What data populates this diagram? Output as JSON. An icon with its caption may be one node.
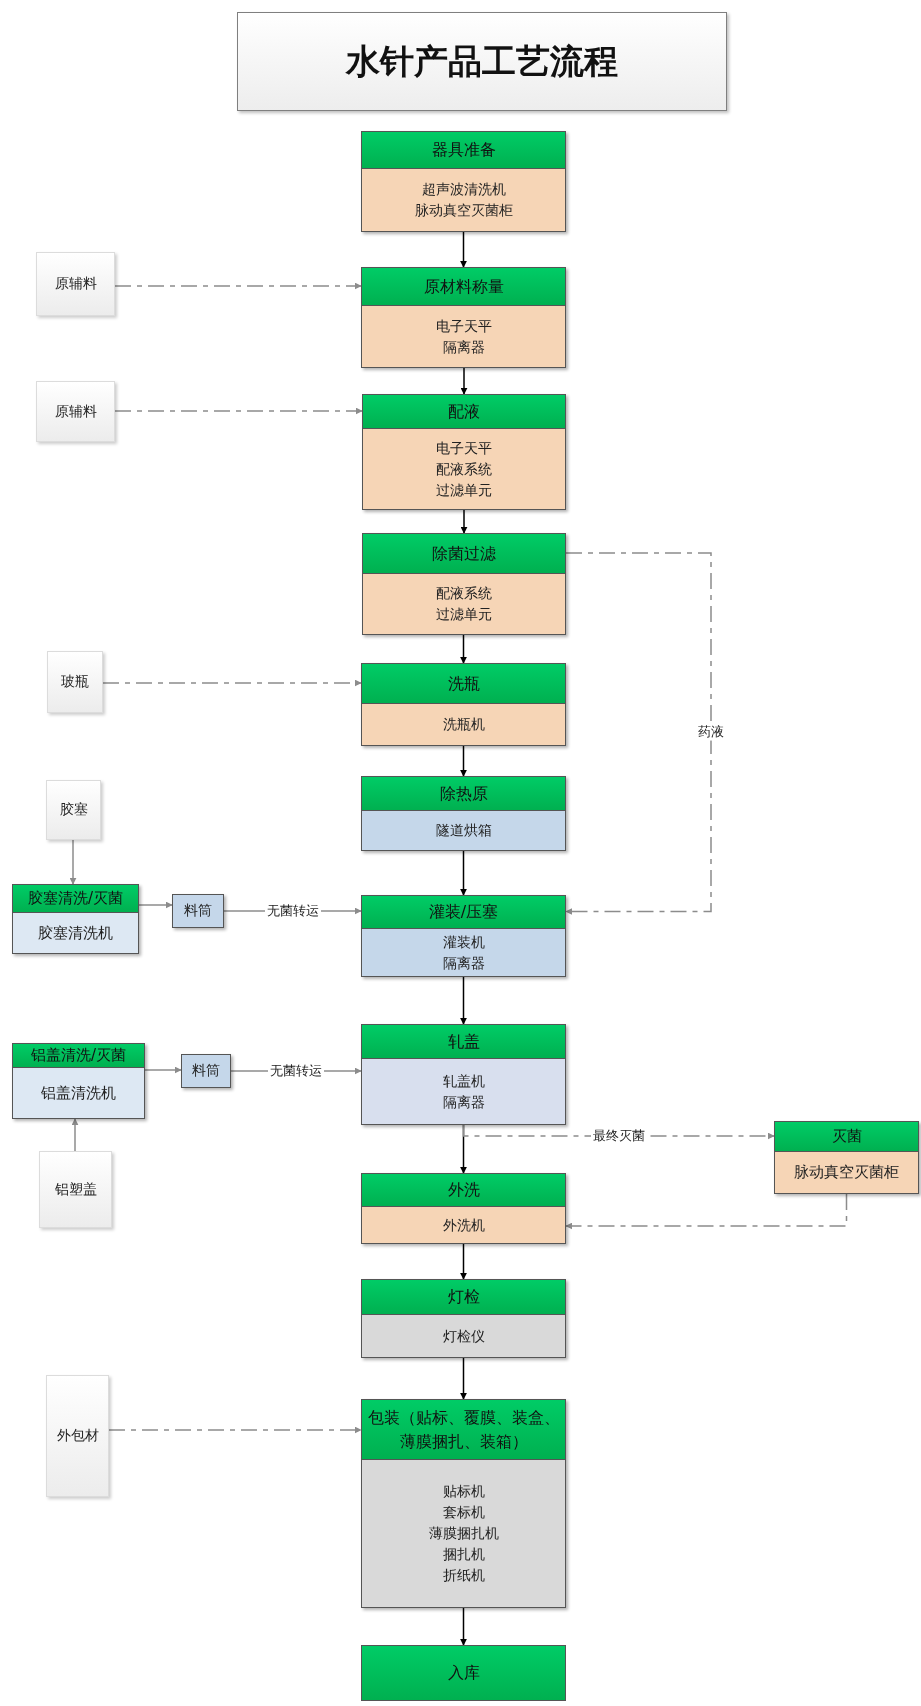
{
  "diagram": {
    "title": "水针产品工艺流程",
    "nodes": [
      {
        "text": [
          "器具准备",
          "超声波清洗机",
          "脉动真空灭菌柜"
        ]
      },
      {
        "text": [
          "原辅料"
        ]
      },
      {
        "text": [
          "原材料称量",
          "电子天平",
          "隔离器"
        ]
      },
      {
        "text": [
          "原辅料"
        ]
      },
      {
        "text": [
          "配液",
          "电子天平",
          "配液系统",
          "过滤单元"
        ]
      },
      {
        "text": [
          "除菌过滤",
          "配液系统",
          "过滤单元"
        ]
      },
      {
        "text": [
          "玻瓶"
        ]
      },
      {
        "text": [
          "洗瓶",
          "洗瓶机"
        ]
      },
      {
        "text": [
          "除热原",
          "隧道烘箱"
        ]
      },
      {
        "text": [
          "胶塞"
        ]
      },
      {
        "text": [
          "胶塞清洗/灭菌",
          "胶塞清洗机"
        ]
      },
      {
        "text": [
          "料筒"
        ]
      },
      {
        "text": [
          "灌装/压塞",
          "灌装机",
          "隔离器"
        ]
      },
      {
        "text": [
          "轧盖",
          "轧盖机",
          "隔离器"
        ]
      },
      {
        "text": [
          "铝盖清洗/灭菌",
          "铝盖清洗机"
        ]
      },
      {
        "text": [
          "料筒"
        ]
      },
      {
        "text": [
          "灭菌",
          "脉动真空灭菌柜"
        ]
      },
      {
        "text": [
          "铝塑盖"
        ]
      },
      {
        "text": [
          "外洗",
          "外洗机"
        ]
      },
      {
        "text": [
          "灯检",
          "灯检仪"
        ]
      },
      {
        "text": [
          "外包材"
        ]
      },
      {
        "text": [
          "包装（贴标、覆膜、装盒、薄膜捆扎、装箱）",
          "贴标机",
          "套标机",
          "薄膜捆扎机",
          "捆扎机",
          "折纸机"
        ]
      },
      {
        "text": [
          "入库"
        ]
      }
    ],
    "edges": [
      {
        "from": 0,
        "to": 2,
        "arrow": "to",
        "color": "#000000"
      },
      {
        "from": 2,
        "to": 4,
        "arrow": "to",
        "color": "#000000"
      },
      {
        "from": 4,
        "to": 5,
        "arrow": "to",
        "color": "#000000"
      },
      {
        "from": 5,
        "to": 7,
        "arrow": "to",
        "color": "#000000"
      },
      {
        "from": 7,
        "to": 8,
        "arrow": "to",
        "color": "#000000"
      },
      {
        "from": 8,
        "to": 12,
        "arrow": "to",
        "color": "#000000"
      },
      {
        "from": 12,
        "to": 13,
        "arrow": "to",
        "color": "#000000"
      },
      {
        "from": 13,
        "to": 18,
        "arrow": "to",
        "color": "#000000"
      },
      {
        "from": 18,
        "to": 19,
        "arrow": "to",
        "color": "#000000"
      },
      {
        "from": 19,
        "to": 21,
        "arrow": "to",
        "color": "#000000"
      },
      {
        "from": 21,
        "to": 22,
        "arrow": "to",
        "color": "#000000"
      },
      {
        "from": 1,
        "to": 2,
        "arrow": "to",
        "style": "dashed"
      },
      {
        "from": 3,
        "to": 4,
        "arrow": "to",
        "style": "dashed"
      },
      {
        "from": 6,
        "to": 7,
        "arrow": "to",
        "style": "dashed"
      },
      {
        "from": 20,
        "to": 21,
        "arrow": "to",
        "style": "dashed"
      },
      {
        "from": 5,
        "to": 12,
        "arrow": "to",
        "style": "dashed",
        "label": "药液"
      },
      {
        "from": 13,
        "to": 16,
        "arrow": "to",
        "style": "dashed",
        "label": "最终灭菌"
      },
      {
        "from": 16,
        "to": 18,
        "arrow": "to",
        "style": "dashed"
      },
      {
        "from": 9,
        "to": 10,
        "arrow": "to"
      },
      {
        "from": 10,
        "to": 11,
        "arrow": "to"
      },
      {
        "from": 11,
        "to": 12,
        "arrow": "to",
        "label": "无菌转运"
      },
      {
        "from": 17,
        "to": 14,
        "arrow": "to"
      },
      {
        "from": 14,
        "to": 15,
        "arrow": "to"
      },
      {
        "from": 15,
        "to": 13,
        "arrow": "to",
        "label": "无菌转运"
      }
    ]
  }
}
